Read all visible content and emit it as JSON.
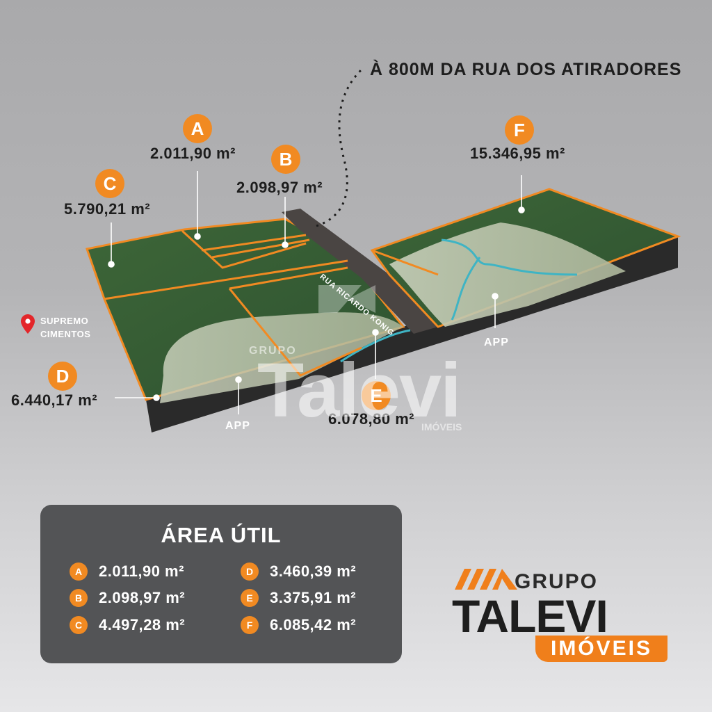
{
  "street_note": "À 800M DA RUA DOS ATIRADORES",
  "street_name": "RUA RICARDO KONIG",
  "poi": {
    "line1": "SUPREMO",
    "line2": "CIMENTOS"
  },
  "lots": [
    {
      "letter": "A",
      "area": "2.011,90 m²"
    },
    {
      "letter": "B",
      "area": "2.098,97 m²"
    },
    {
      "letter": "C",
      "area": "5.790,21 m²"
    },
    {
      "letter": "D",
      "area": "6.440,17 m²"
    },
    {
      "letter": "E",
      "area": "6.078,80 m²"
    },
    {
      "letter": "F",
      "area": "15.346,95 m²"
    }
  ],
  "app_label": "APP",
  "watermark": {
    "grupo": "GRUPO",
    "talevi": "Talevi",
    "imoveis": "IMÓVEIS"
  },
  "summary": {
    "title": "ÁREA ÚTIL",
    "items": [
      {
        "letter": "A",
        "value": "2.011,90 m²"
      },
      {
        "letter": "B",
        "value": "2.098,97 m²"
      },
      {
        "letter": "C",
        "value": "4.497,28 m²"
      },
      {
        "letter": "D",
        "value": "3.460,39 m²"
      },
      {
        "letter": "E",
        "value": "3.375,91 m²"
      },
      {
        "letter": "F",
        "value": "6.085,42 m²"
      }
    ]
  },
  "logo": {
    "grupo": "GRUPO",
    "talevi": "TALEVI",
    "imoveis": "IMÓVEIS"
  },
  "colors": {
    "accent": "#f18a22",
    "grass": "#3f6a3a",
    "card": "#535456"
  }
}
